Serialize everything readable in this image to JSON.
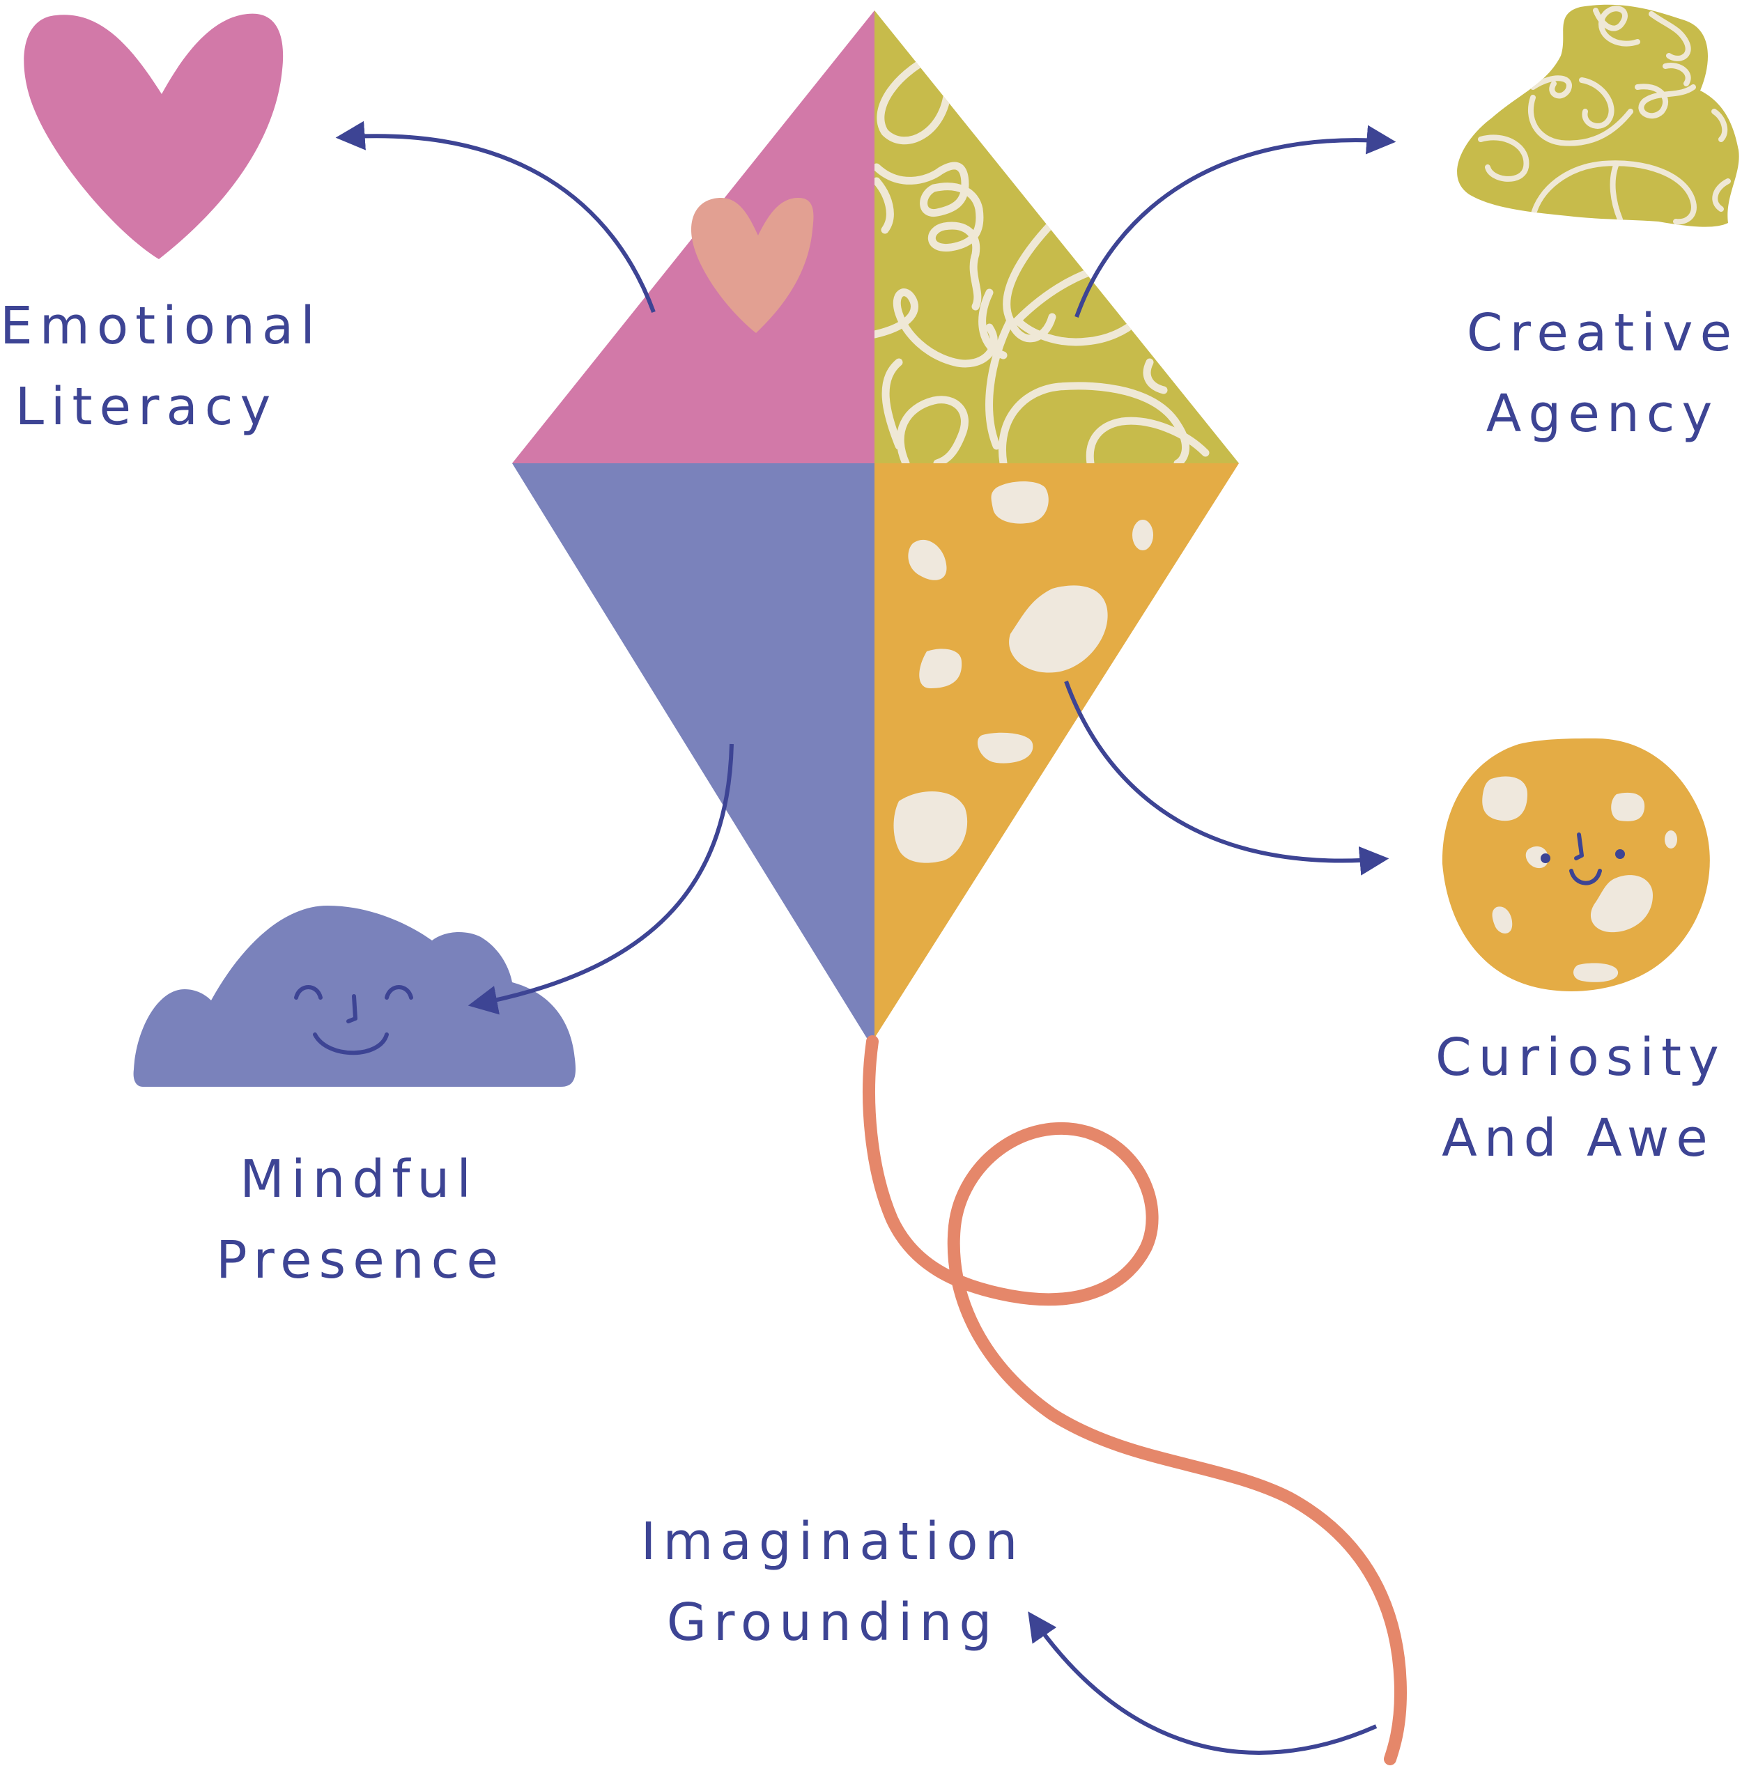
{
  "colors": {
    "text": "#3d4494",
    "arrow": "#3d4494",
    "pink": "#d279a8",
    "pink_heart_small": "#e2a092",
    "olive": "#c7bb4b",
    "swirl": "#efe8d6",
    "periwinkle": "#7a82bb",
    "orange": "#e4ac45",
    "spot": "#efe8dd",
    "tail": "#e5876a"
  },
  "labels": {
    "emotional_literacy": [
      "Emotional",
      "Literacy"
    ],
    "creative_agency": [
      "Creative",
      "Agency"
    ],
    "curiosity_and_awe": [
      "Curiosity",
      "And Awe"
    ],
    "mindful_presence": [
      "Mindful",
      "Presence"
    ],
    "imagination_grounding": [
      "Imagination",
      "Grounding"
    ]
  },
  "icons": {
    "heart": "heart-icon",
    "scribble_blob": "scribble-blob-icon",
    "face_circle": "smiling-circle-icon",
    "cloud": "smiling-cloud-icon",
    "kite": "kite-icon"
  }
}
